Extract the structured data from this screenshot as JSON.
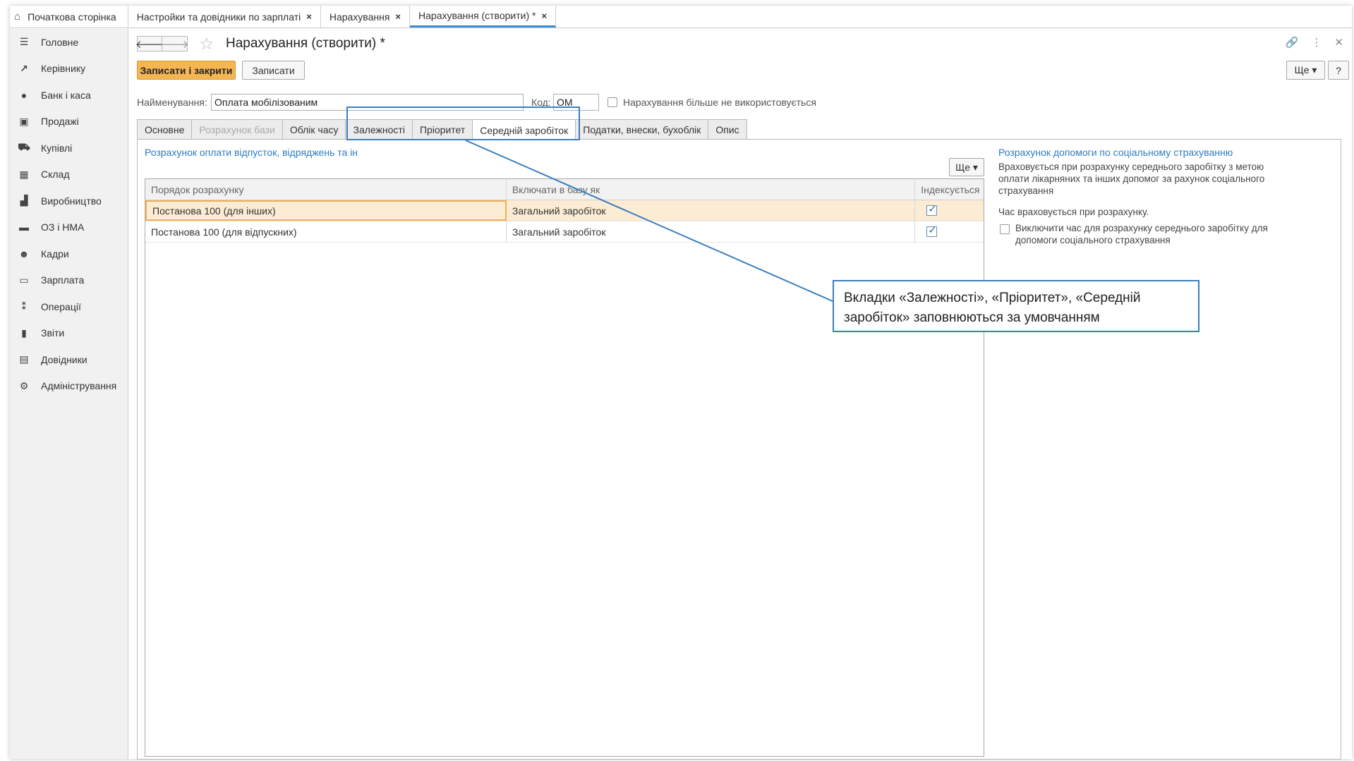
{
  "tabbar": {
    "home_label": "Початкова сторінка",
    "tabs": [
      {
        "label": "Настройки та довідники по зарплаті"
      },
      {
        "label": "Нарахування"
      },
      {
        "label": "Нарахування (створити) *"
      }
    ],
    "close_glyph": "×"
  },
  "sidebar": {
    "items": [
      {
        "icon": "menu-icon",
        "label": "Головне"
      },
      {
        "icon": "trend-icon",
        "label": "Керівнику"
      },
      {
        "icon": "coin-icon",
        "label": "Банк і каса"
      },
      {
        "icon": "bag-icon",
        "label": "Продажі"
      },
      {
        "icon": "cart-icon",
        "label": "Купівлі"
      },
      {
        "icon": "warehouse-icon",
        "label": "Склад"
      },
      {
        "icon": "factory-icon",
        "label": "Виробництво"
      },
      {
        "icon": "truck-icon",
        "label": "ОЗ і НМА"
      },
      {
        "icon": "person-icon",
        "label": "Кадри"
      },
      {
        "icon": "wallet-icon",
        "label": "Зарплата"
      },
      {
        "icon": "operations-icon",
        "label": "Операції"
      },
      {
        "icon": "reports-icon",
        "label": "Звіти"
      },
      {
        "icon": "books-icon",
        "label": "Довідники"
      },
      {
        "icon": "gear-icon",
        "label": "Адміністрування"
      }
    ]
  },
  "form": {
    "title": "Нарахування (створити) *",
    "save_close_label": "Записати і закрити",
    "save_label": "Записати",
    "more_label": "Ще ▾",
    "help_label": "?",
    "name_label": "Найменування:",
    "name_value": "Оплата мобілізованим",
    "code_label": "Код:",
    "code_value": "ОМ",
    "unused_label": "Нарахування більше не використовується",
    "tabs": [
      {
        "label": "Основне"
      },
      {
        "label": "Розрахунок бази"
      },
      {
        "label": "Облік часу"
      },
      {
        "label": "Залежності"
      },
      {
        "label": "Пріоритет"
      },
      {
        "label": "Середній заробіток"
      },
      {
        "label": "Податки, внески, бухоблік"
      },
      {
        "label": "Опис"
      }
    ]
  },
  "panel": {
    "left_link": "Розрахунок оплати відпусток, відряджень та ін",
    "grid_more_label": "Ще ▾",
    "grid": {
      "columns": [
        "Порядок розрахунку",
        "Включати в базу як",
        "Індексується"
      ],
      "rows": [
        {
          "order": "Постанова 100 (для інших)",
          "base": "Загальний заробіток",
          "indexed": true
        },
        {
          "order": "Постанова 100 (для відпускних)",
          "base": "Загальний заробіток",
          "indexed": true
        }
      ]
    },
    "right_link": "Розрахунок допомоги по соціальному страхуванню",
    "right_text1": "Враховується при розрахунку середнього заробітку з метою оплати лікарняних та інших допомог за рахунок соціального страхування",
    "right_text2": "Час враховується при розрахунку.",
    "right_checkbox_label": "Виключити час для розрахунку середнього заробітку для допомоги соціального страхування"
  },
  "callout": {
    "text": "Вкладки «Залежності», «Пріоритет», «Середній заробіток» заповнюються за умовчанням",
    "color": "#3a7dc0"
  }
}
